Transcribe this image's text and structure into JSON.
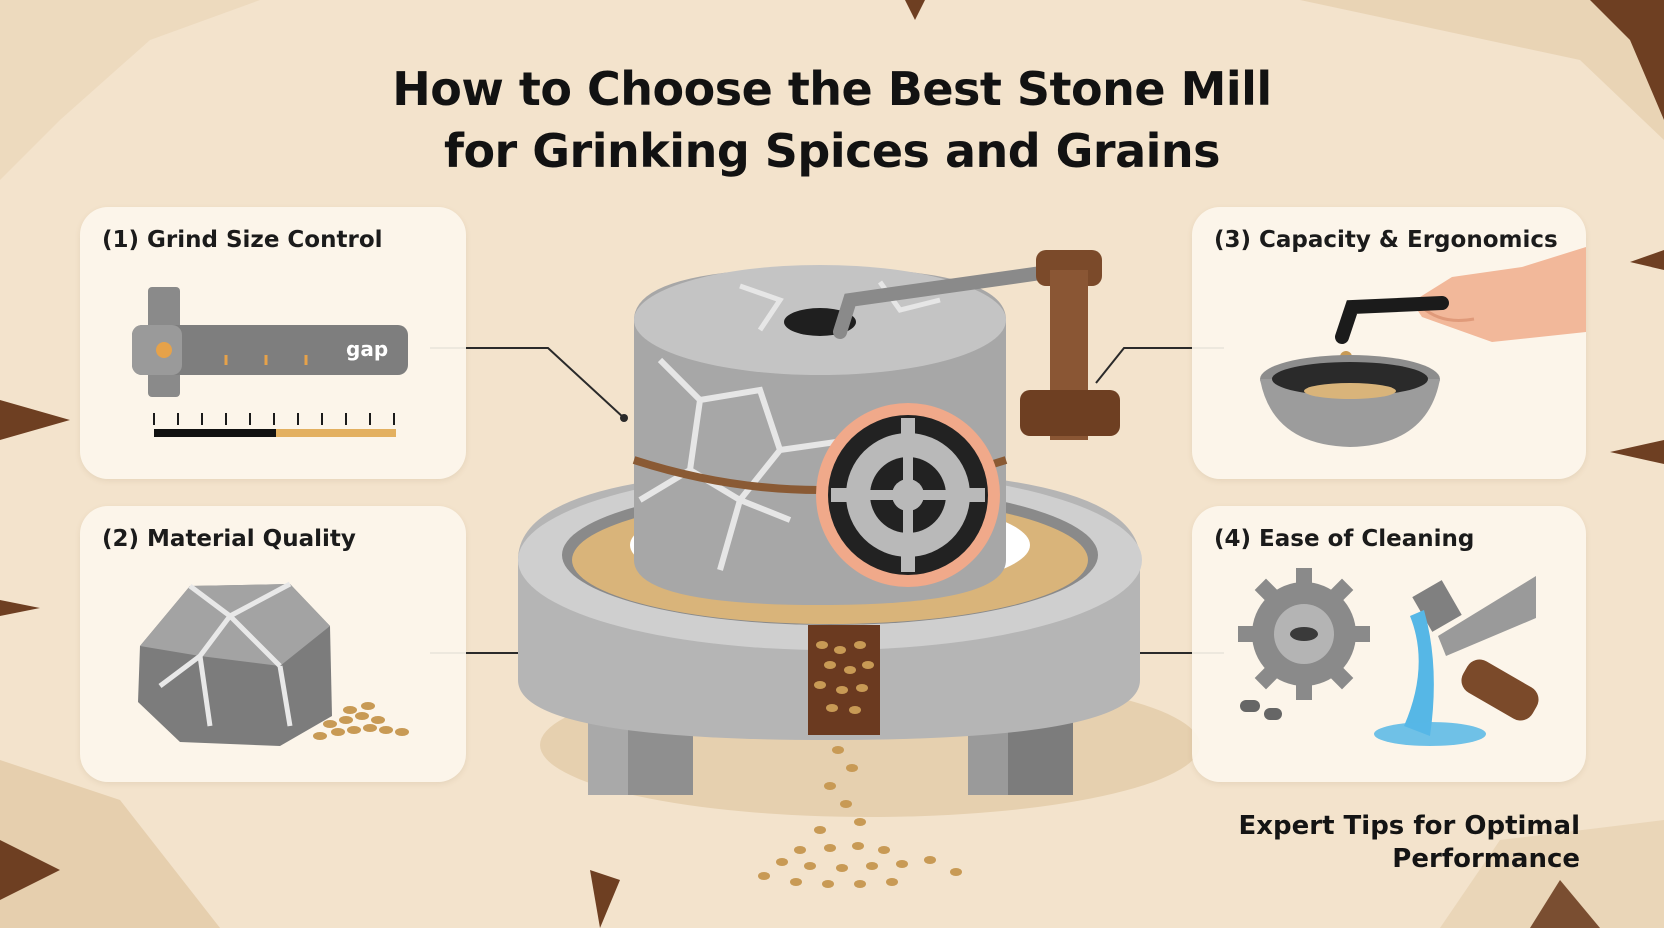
{
  "title": {
    "line1": "How to Choose the Best Stone Mill",
    "line2": "for Grinking Spices and Grains"
  },
  "cards": [
    {
      "label": "(1)  Grind Size Control",
      "icon": "adjustable-gap-gauge"
    },
    {
      "label": "(2)  Material Quality",
      "icon": "stone-block-with-grains"
    },
    {
      "label": "(3)  Capacity & Ergonomics",
      "icon": "hand-pouring-bowl"
    },
    {
      "label": "(4)  Ease of Cleaning",
      "icon": "gear-brush-water"
    }
  ],
  "gauge_text": "gap",
  "center_illustration": "stone-mill-with-crank-and-gear",
  "footer": {
    "line1": "Expert Tips for Optimal",
    "line2": "Performance"
  },
  "colors": {
    "background": "#f3e3cc",
    "card": "#fcf6ec",
    "stone": "#a9a9a9",
    "accent_orange": "#e8a07a",
    "wood": "#7b4a2a",
    "grain": "#c89a55"
  }
}
